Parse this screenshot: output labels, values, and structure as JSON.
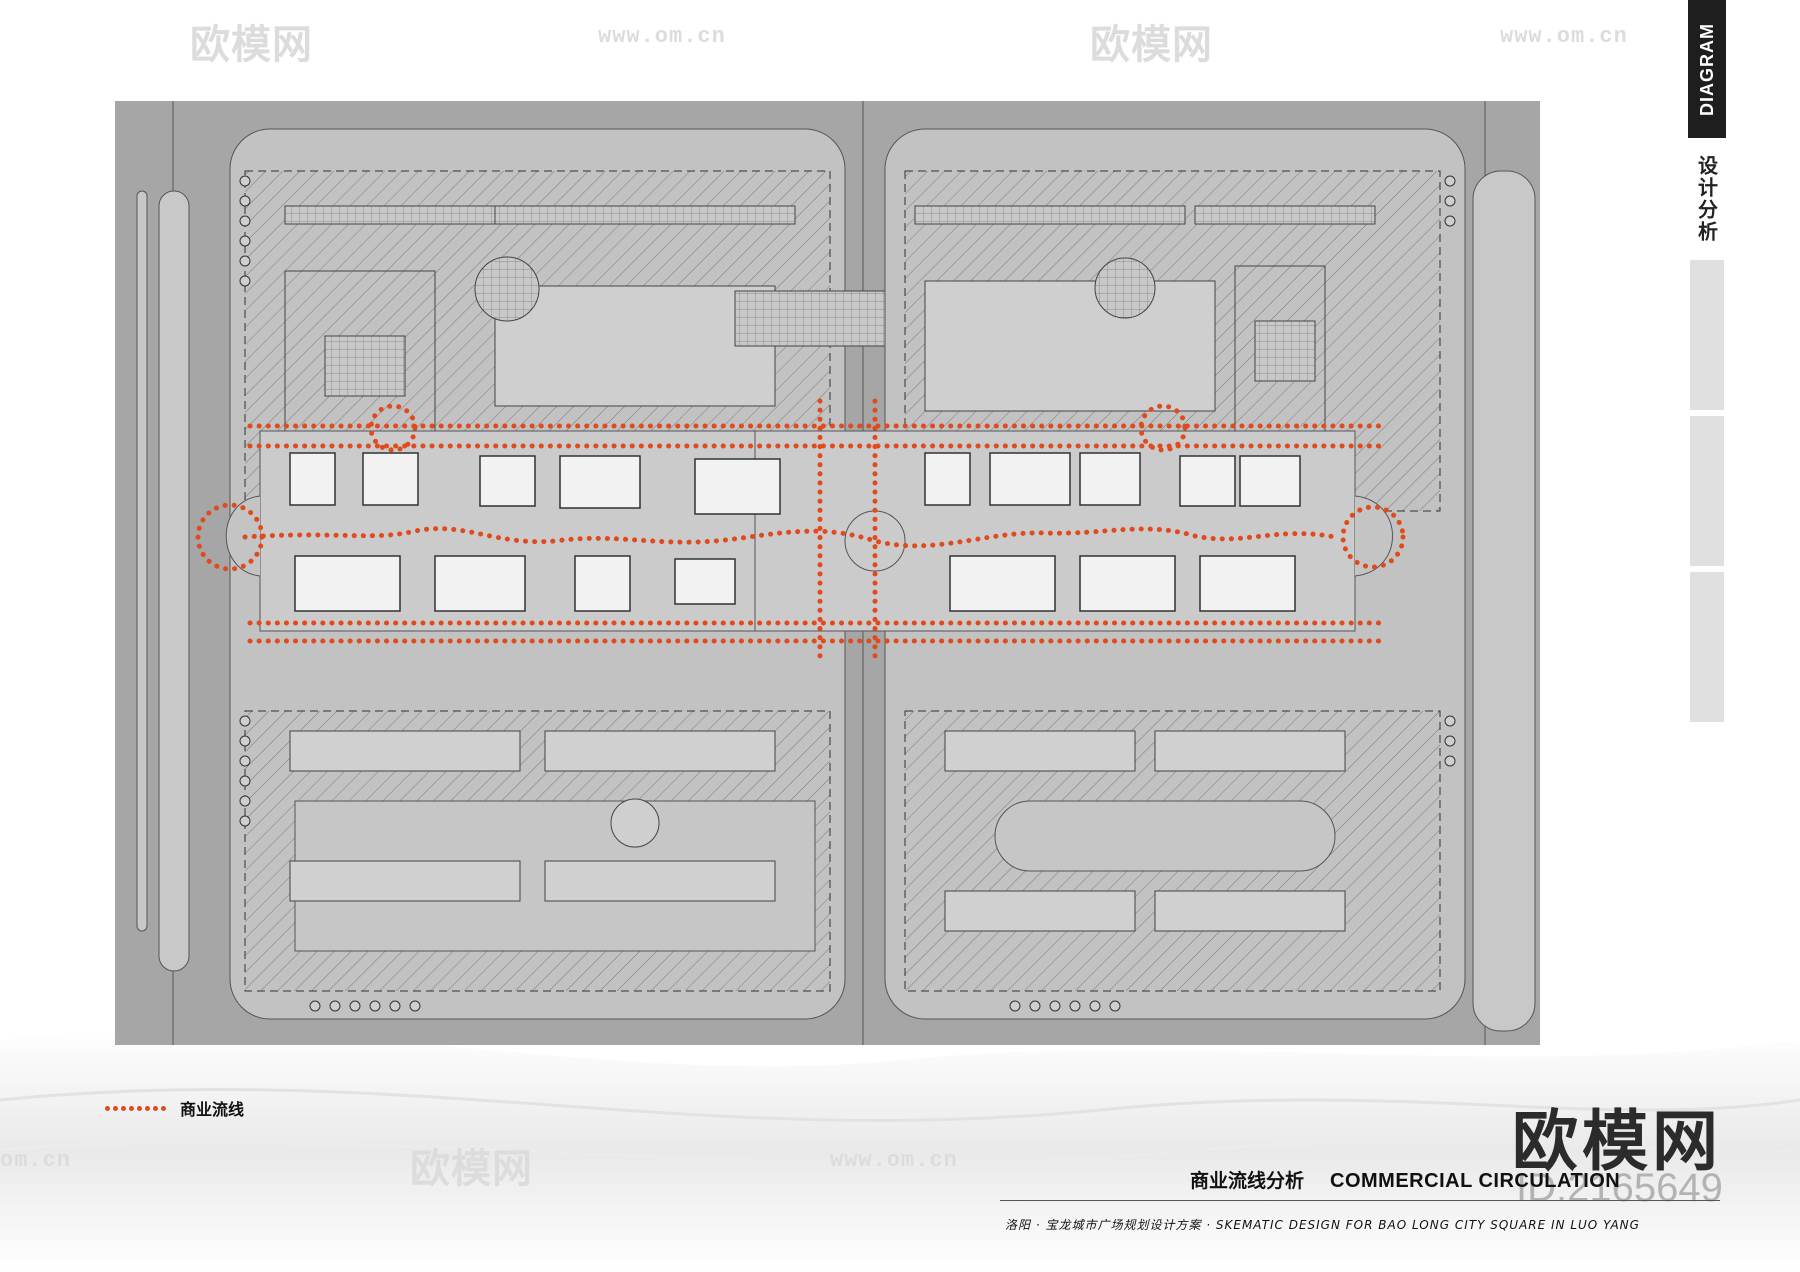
{
  "sidebar": {
    "tab_label": "DIAGRAM",
    "section_title": "设计分析"
  },
  "legend": {
    "label": "商业流线",
    "color": "#e04a1c"
  },
  "title": {
    "cn": "商业流线分析",
    "en": "COMMERCIAL CIRCULATION"
  },
  "subtitle": "洛阳 · 宝龙城市广场规划设计方案 · SKEMATIC DESIGN FOR BAO LONG CITY SQUARE IN LUO YANG",
  "brand": {
    "name": "欧模网",
    "id": "ID:2165649"
  },
  "watermark": {
    "cn": "欧模网",
    "url": "www.om.cn",
    "short": "om.cn"
  },
  "colors": {
    "site_bg": "#a6a6a6",
    "block_fill": "#c2c2c2",
    "hatch": "#7a7a7a",
    "route": "#e04a1c",
    "building": "#f2f2f2"
  }
}
